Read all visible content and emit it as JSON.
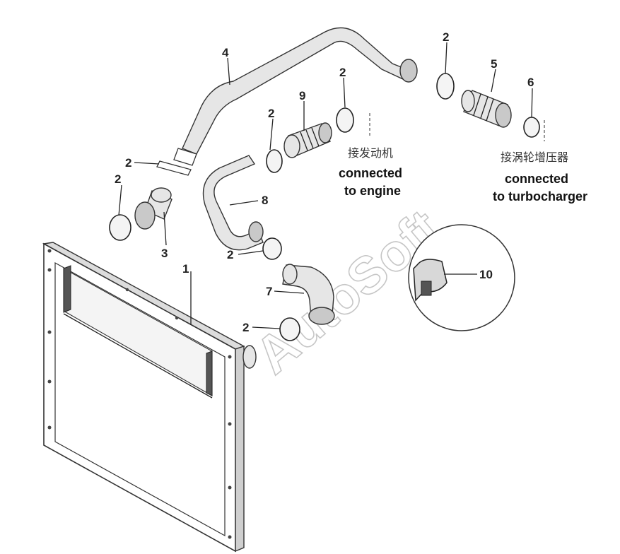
{
  "diagram": {
    "callouts": [
      {
        "id": "c1",
        "text": "1"
      },
      {
        "id": "c2a",
        "text": "2"
      },
      {
        "id": "c2b",
        "text": "2"
      },
      {
        "id": "c2c",
        "text": "2"
      },
      {
        "id": "c2d",
        "text": "2"
      },
      {
        "id": "c2e",
        "text": "2"
      },
      {
        "id": "c2f",
        "text": "2"
      },
      {
        "id": "c2g",
        "text": "2"
      },
      {
        "id": "c3",
        "text": "3"
      },
      {
        "id": "c4",
        "text": "4"
      },
      {
        "id": "c5",
        "text": "5"
      },
      {
        "id": "c6",
        "text": "6"
      },
      {
        "id": "c7",
        "text": "7"
      },
      {
        "id": "c8",
        "text": "8"
      },
      {
        "id": "c9",
        "text": "9"
      },
      {
        "id": "c10",
        "text": "10"
      }
    ],
    "notes": {
      "engine_cn": "接发动机",
      "engine_en_line1": "connected",
      "engine_en_line2": "to engine",
      "turbo_cn": "接涡轮增压器",
      "turbo_en_line1": "connected",
      "turbo_en_line2": "to turbocharger"
    },
    "watermark": "AutoSoft"
  }
}
